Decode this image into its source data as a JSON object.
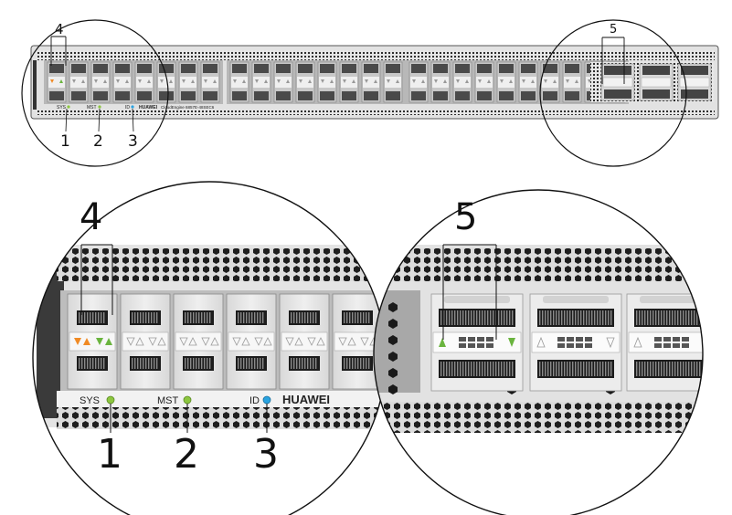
{
  "callouts": {
    "c1": "1",
    "c2": "2",
    "c3": "3",
    "c4": "4",
    "c5": "5"
  },
  "indicators": {
    "sys": "SYS",
    "mst": "MST",
    "id": "ID"
  },
  "brand": "HUAWEI",
  "model": "CloudEngine 6857E-48SEC6",
  "colors": {
    "led_green": "#8cc63f",
    "led_blue": "#29a3e0",
    "port_indicator_green": "#6ab43e",
    "port_indicator_orange": "#f08a24",
    "chassis": "#d9d9d9",
    "panel_dark": "#3a3a3a"
  }
}
